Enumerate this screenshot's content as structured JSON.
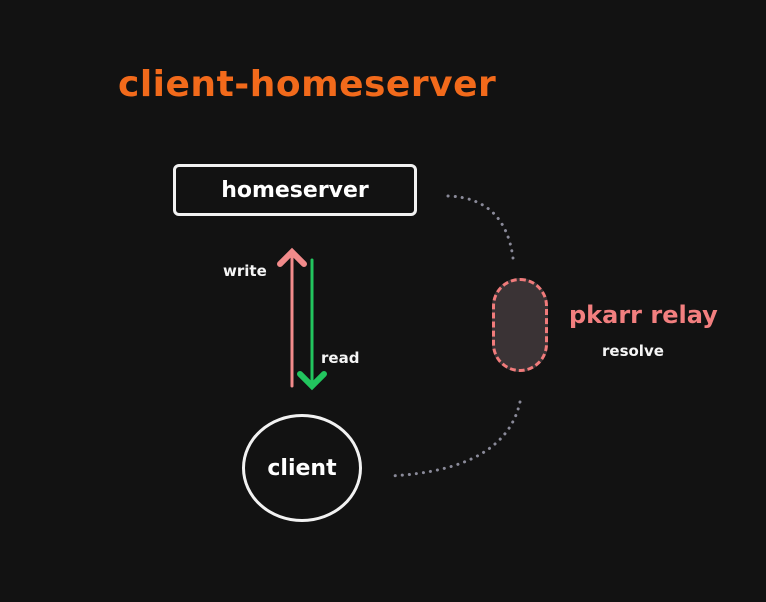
{
  "title": "client-homeserver",
  "nodes": {
    "homeserver": "homeserver",
    "client": "client",
    "relay": "pkarr relay"
  },
  "edges": {
    "write": "write",
    "read": "read",
    "resolve": "resolve"
  },
  "colors": {
    "background": "#121212",
    "title": "#f26a1b",
    "write_arrow": "#f28b8b",
    "read_arrow": "#22c55e",
    "relay": "#f07b7b",
    "dotted_link": "#8a8a99"
  }
}
